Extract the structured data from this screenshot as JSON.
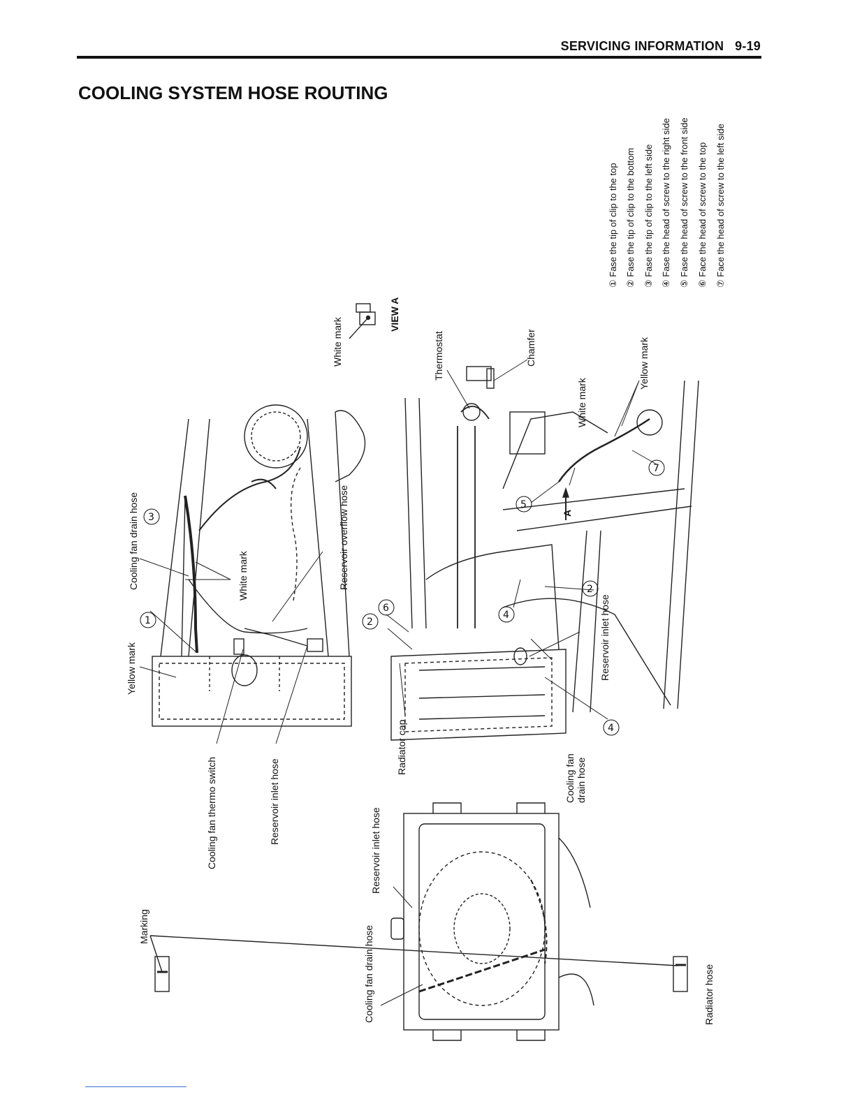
{
  "header": {
    "section": "SERVICING INFORMATION",
    "page": "9-19"
  },
  "title": "COOLING SYSTEM HOSE ROUTING",
  "notes": [
    "① Fase the tip of clip to the top",
    "② Fase the tip of clip to the bottom",
    "③ Fase the tip of clip to the left side",
    "④ Fase the head of screw to the right side",
    "⑤ Fase the head of screw to the front side",
    "⑥ Face  the head of screw to the top",
    "⑦ Face  the head of screw to the left side"
  ],
  "labels": {
    "cooling_fan_drain_hose_top": "Cooling fan drain hose",
    "yellow_mark_left": "Yellow mark",
    "white_mark_left": "White mark",
    "reservoir_overflow_hose": "Reservoir overflow hose",
    "cooling_fan_thermo_switch": "Cooling fan thermo switch",
    "reservoir_inlet_hose_left": "Reservoir inlet hose",
    "white_mark_view": "White mark",
    "view_a": "VIEW A",
    "thermostat": "Thermostat",
    "chamfer": "Chamfer",
    "white_mark_right": "White mark",
    "yellow_mark_right": "Yellow mark",
    "radiator_cap": "Radiator cap",
    "cooling_fan_drain_hose_right_1": "Cooling fan",
    "cooling_fan_drain_hose_right_2": "drain hose",
    "reservoir_inlet_hose_right": "Reservoir inlet hose",
    "reservoir_inlet_hose_bottom": "Reservoir inlet hose",
    "cooling_fan_drain_hose_bottom": "Cooling fan drain hose",
    "marking": "Marking",
    "radiator_hose": "Radiator hose",
    "arrow_a": "A"
  },
  "callouts": [
    "①",
    "②",
    "③",
    "④",
    "⑤",
    "⑥",
    "⑦",
    "②",
    "④"
  ]
}
